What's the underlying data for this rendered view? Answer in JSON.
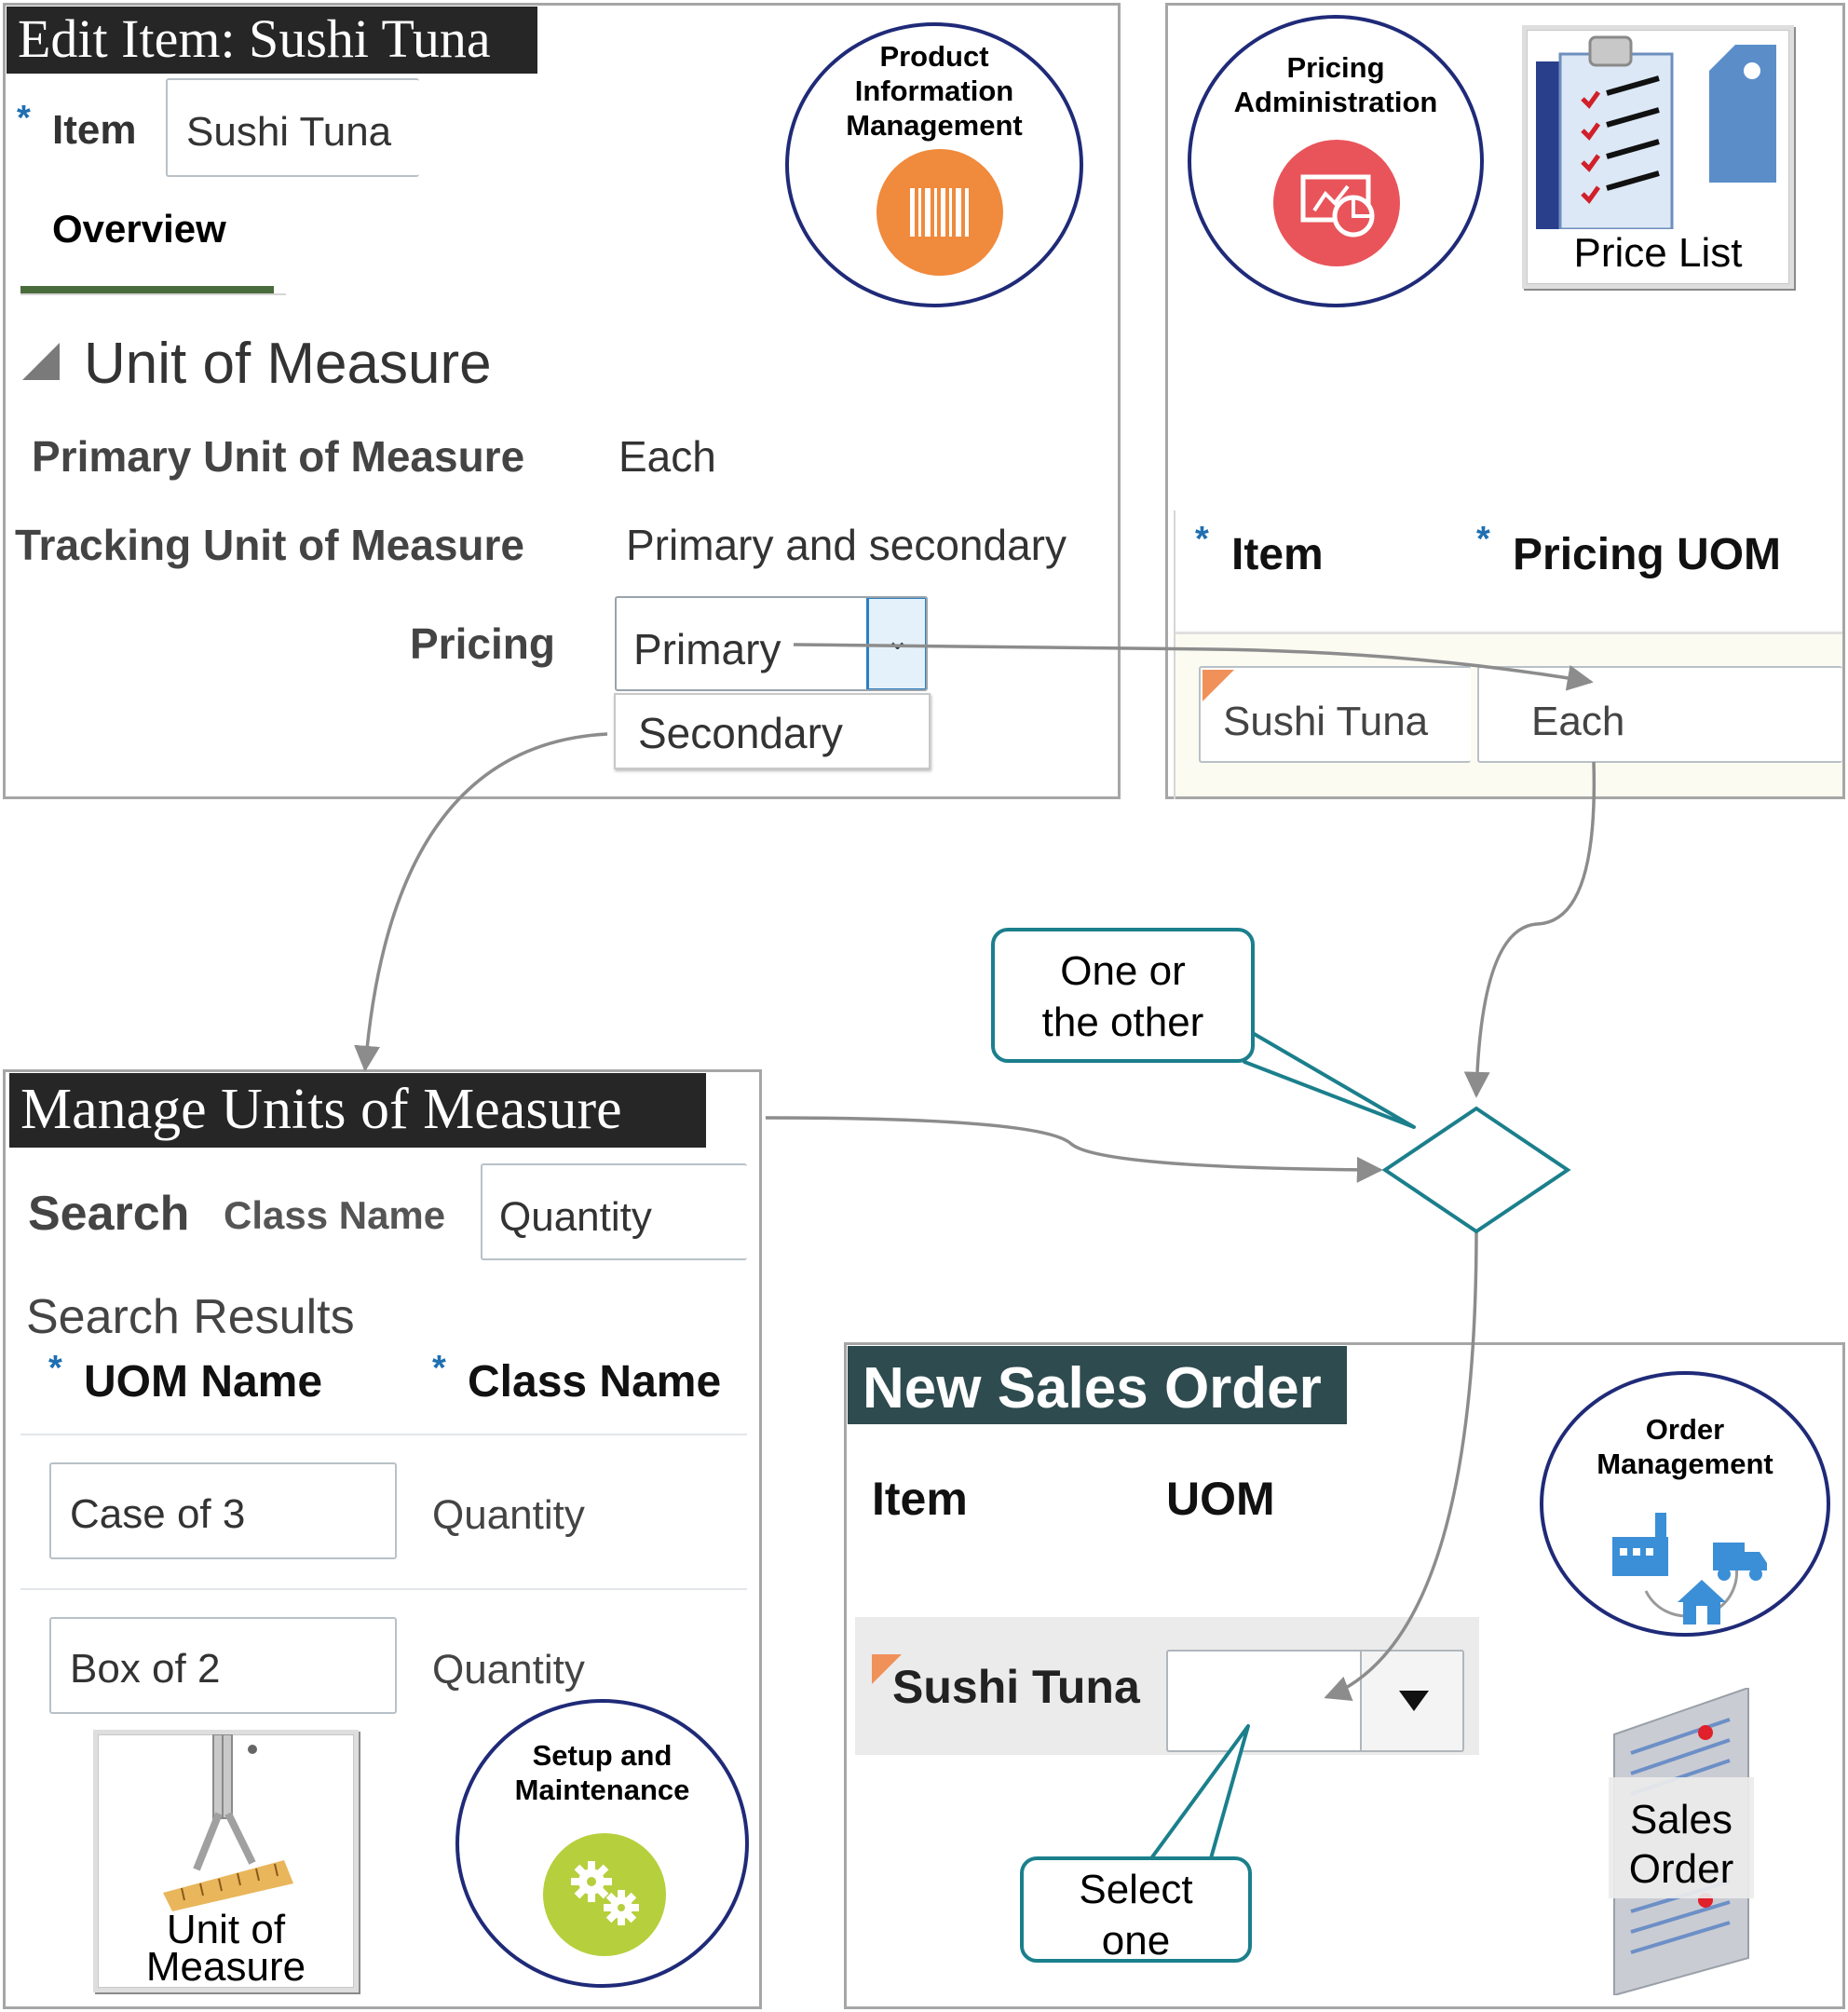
{
  "pim_panel": {
    "banner": "Edit Item: Sushi Tuna",
    "item_label": "Item",
    "item_value": "Sushi Tuna",
    "tab_overview": "Overview",
    "section_title": "Unit of Measure",
    "primary_uom_label": "Primary Unit of Measure",
    "primary_uom_value": "Each",
    "tracking_uom_label": "Tracking Unit of Measure",
    "tracking_uom_value": "Primary and secondary",
    "pricing_label": "Pricing",
    "pricing_value": "Primary",
    "pricing_options": [
      "Secondary"
    ],
    "badge": "Product\nInformation\nManagement"
  },
  "pricing_panel": {
    "badge": "Pricing\nAdministration",
    "tile_label": "Price List",
    "col_item": "Item",
    "col_pricing_uom": "Pricing UOM",
    "row_item": "Sushi Tuna",
    "row_uom": "Each"
  },
  "uom_panel": {
    "banner": "Manage Units of Measure",
    "search_label": "Search",
    "class_name_label": "Class Name",
    "class_name_value": "Quantity",
    "results_title": "Search Results",
    "col_uom_name": "UOM Name",
    "col_class_name": "Class Name",
    "rows": [
      {
        "uom": "Case of 3",
        "class": "Quantity"
      },
      {
        "uom": "Box of 2",
        "class": "Quantity"
      }
    ],
    "tile_label": "Unit of\nMeasure",
    "badge": "Setup and\nMaintenance"
  },
  "callouts": {
    "decision": "One or\nthe other",
    "select": "Select\none"
  },
  "order_panel": {
    "banner": "New Sales Order",
    "col_item": "Item",
    "col_uom": "UOM",
    "row_item": "Sushi Tuna",
    "row_uom": "",
    "badge": "Order\nManagement",
    "tile_label": "Sales\nOrder"
  },
  "colors": {
    "flow_arrow": "#8c8c8c",
    "callout_border": "#1b7f8c",
    "badge_border": "#1f2a78",
    "pim_icon": "#f08a3c",
    "pricing_icon": "#e8545a",
    "setup_icon": "#b6cf3c",
    "order_icon": "#3b8fd6",
    "banner_dark": "#262626",
    "banner_teal": "#2e4b4f",
    "required_star": "#1f6fb2",
    "tab_underline": "#4a6b3c"
  }
}
